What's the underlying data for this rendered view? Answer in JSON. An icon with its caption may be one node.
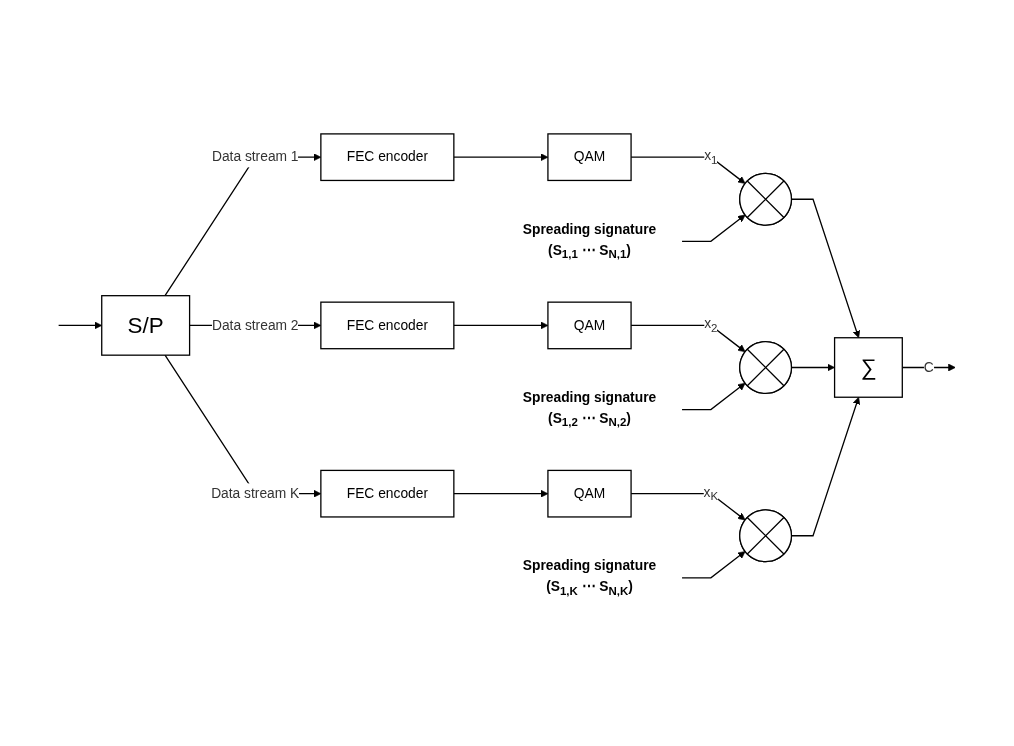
{
  "diagram": {
    "nodes": [
      {
        "text": [
          "S/P"
        ]
      },
      {
        "text": [
          "Spreading signature",
          "(S$_{1,1}$ ⋯ S$_{N,1}$)"
        ]
      },
      {
        "text": [
          "FEC encoder"
        ]
      },
      {
        "text": [
          "QAM"
        ]
      },
      {
        "text": [],
        "shape": "circle"
      },
      {
        "text": [
          "Spreading signature",
          "(S$_{1,2}$ ⋯ S$_{N,2}$)"
        ]
      },
      {
        "text": [
          "FEC encoder"
        ]
      },
      {
        "text": [
          "QAM"
        ]
      },
      {
        "text": [],
        "shape": "circle"
      },
      {
        "text": [
          "Spreading signature",
          "(S$_{1,K}$ ⋯ S$_{N,K}$)"
        ]
      },
      {
        "text": [
          "FEC encoder"
        ]
      },
      {
        "text": [
          "QAM"
        ]
      },
      {
        "text": [],
        "shape": "circle"
      },
      {
        "text": [
          "∑"
        ]
      }
    ],
    "edges": [
      {
        "from": null,
        "to": 0,
        "arrow": "to"
      },
      {
        "from": 0,
        "to": 2,
        "arrow": "to",
        "label": "Data stream 1"
      },
      {
        "from": 2,
        "to": 3,
        "arrow": "to"
      },
      {
        "from": 3,
        "to": 4,
        "arrow": "to",
        "label": "x$_{1}$"
      },
      {
        "from": 1,
        "to": 4,
        "arrow": "to"
      },
      {
        "from": 4,
        "to": 13,
        "arrow": "to"
      },
      {
        "from": 0,
        "to": 6,
        "arrow": "to",
        "label": "Data stream 2"
      },
      {
        "from": 6,
        "to": 7,
        "arrow": "to"
      },
      {
        "from": 7,
        "to": 8,
        "arrow": "to",
        "label": "x$_{2}$"
      },
      {
        "from": 5,
        "to": 8,
        "arrow": "to"
      },
      {
        "from": 8,
        "to": 13,
        "arrow": "to"
      },
      {
        "from": 0,
        "to": 10,
        "arrow": "to",
        "label": "Data stream K"
      },
      {
        "from": 10,
        "to": 11,
        "arrow": "to"
      },
      {
        "from": 11,
        "to": 12,
        "arrow": "to",
        "label": "x$_{K}$"
      },
      {
        "from": 9,
        "to": 12,
        "arrow": "to"
      },
      {
        "from": 12,
        "to": 13,
        "arrow": "to"
      },
      {
        "from": 13,
        "to": null,
        "arrow": "to",
        "label": "C"
      }
    ]
  }
}
